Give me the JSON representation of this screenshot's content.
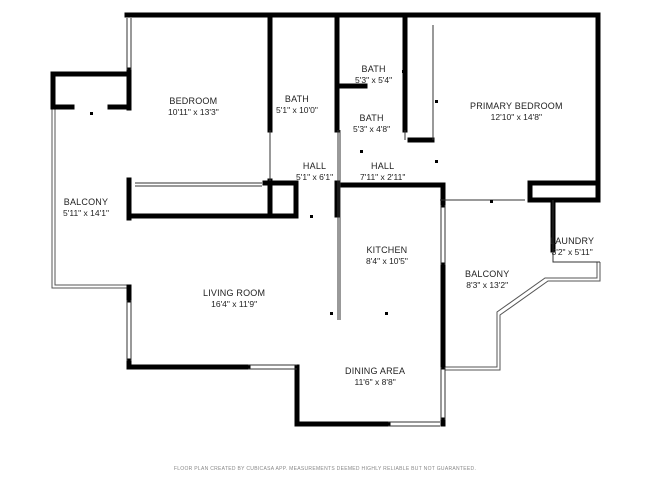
{
  "rooms": {
    "bedroom": {
      "name": "BEDROOM",
      "dims": "10'11\" x 13'3\""
    },
    "bath1": {
      "name": "BATH",
      "dims": "5'1\" x 10'0\""
    },
    "bath2": {
      "name": "BATH",
      "dims": "5'3\" x 5'4\""
    },
    "bath3": {
      "name": "BATH",
      "dims": "5'3\" x 4'8\""
    },
    "primary_bedroom": {
      "name": "PRIMARY BEDROOM",
      "dims": "12'10\" x 14'8\""
    },
    "hall1": {
      "name": "HALL",
      "dims": "5'1\" x 6'1\""
    },
    "hall2": {
      "name": "HALL",
      "dims": "7'11\" x 2'11\""
    },
    "balcony_left": {
      "name": "BALCONY",
      "dims": "5'11\" x 14'1\""
    },
    "kitchen": {
      "name": "KITCHEN",
      "dims": "8'4\" x 10'5\""
    },
    "laundry": {
      "name": "LAUNDRY",
      "dims": "3'2\" x 5'11\""
    },
    "balcony_right": {
      "name": "BALCONY",
      "dims": "8'3\" x 13'2\""
    },
    "living_room": {
      "name": "LIVING ROOM",
      "dims": "16'4\" x 11'9\""
    },
    "dining_area": {
      "name": "DINING AREA",
      "dims": "11'6\" x 8'8\""
    }
  },
  "footer": "FLOOR PLAN CREATED BY CUBICASA APP. MEASUREMENTS DEEMED HIGHLY RELIABLE BUT NOT GUARANTEED."
}
